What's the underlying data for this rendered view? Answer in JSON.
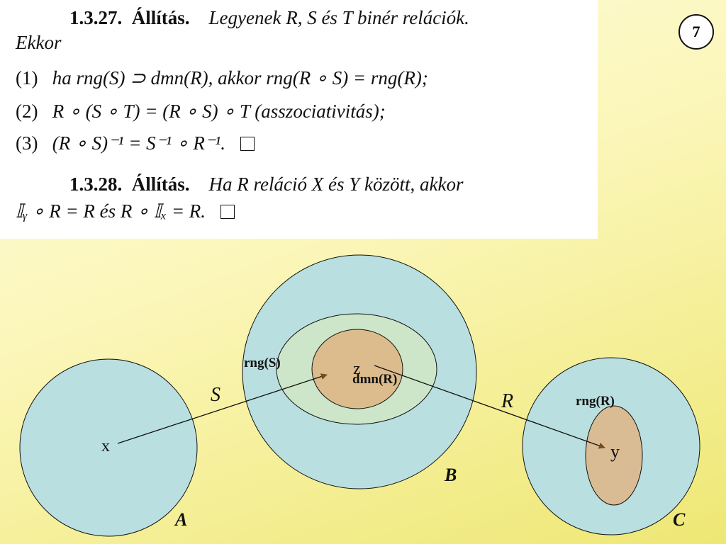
{
  "slide_number": "7",
  "text": {
    "claim1_number": "1.3.27.",
    "claim1_title": "Állítás.",
    "claim1_text_line1": "Legyenek R, S és T binér relációk.",
    "claim1_text_line2": "Ekkor",
    "item1_label": "(1)",
    "item1_text": "ha rng(S) ⊃ dmn(R), akkor rng(R ∘ S) = rng(R);",
    "item2_label": "(2)",
    "item2_text": "R ∘ (S ∘ T) = (R ∘ S) ∘ T (asszociativitás);",
    "item3_label": "(3)",
    "item3_text": "(R ∘ S)⁻¹ = S⁻¹ ∘ R⁻¹.",
    "claim2_number": "1.3.28.",
    "claim2_title": "Állítás.",
    "claim2_text_line1": "Ha R reláció X és Y között, akkor",
    "claim2_text_line2": "𝕀ᵧ ∘ R = R és R ∘ 𝕀ₓ = R."
  },
  "diagram": {
    "colors": {
      "set_fill": "#b9dfe0",
      "rng_s_fill": "#cde6c9",
      "dmn_r_fill": "#dcbc8c",
      "rng_r_fill": "#d9bc94",
      "stroke": "#111111",
      "arrow_head": "#7a4a1e"
    },
    "set_a_label": "A",
    "set_b_label": "B",
    "set_c_label": "C",
    "rng_s_label": "rng(S)",
    "dmn_r_label": "dmn(R)",
    "rng_r_label": "rng(R)",
    "point_x": "x",
    "point_z": "z",
    "point_y": "y",
    "relation_s": "S",
    "relation_r": "R"
  }
}
